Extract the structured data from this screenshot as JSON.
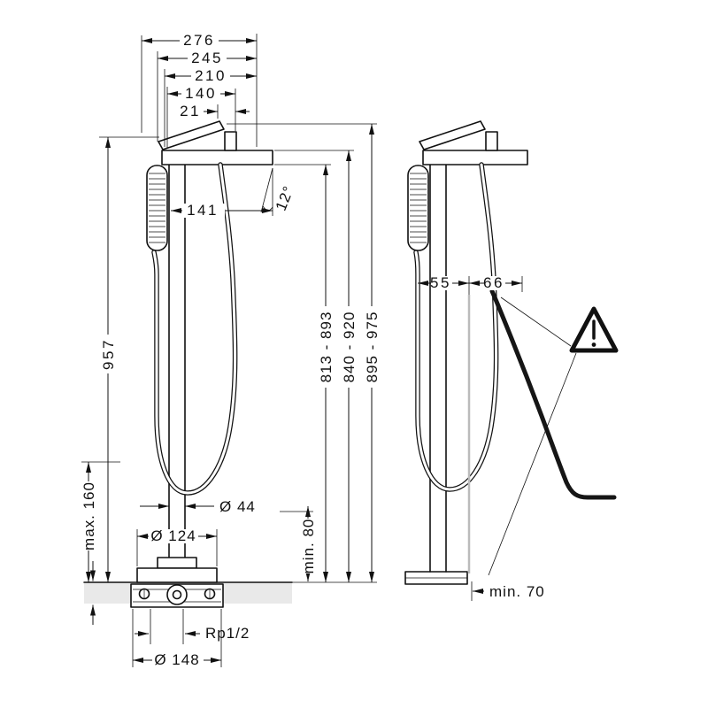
{
  "dims": {
    "w276": "276",
    "w245": "245",
    "w210": "210",
    "w140": "140",
    "w21": "21",
    "w141": "141",
    "angle": "12°",
    "h957": "957",
    "max160": "max. 160",
    "dia44": "Ø 44",
    "dia124": "Ø 124",
    "min80": "min. 80",
    "range813": "813 - 893",
    "range840": "840 - 920",
    "range895": "895 - 975",
    "thread": "Rp1/2",
    "dia148": "Ø 148",
    "w55": "55",
    "w66": "66",
    "min70": "min. 70"
  },
  "icons": {
    "warning": "exclamation-triangle-icon"
  },
  "colors": {
    "line": "#111111",
    "floor_shade": "#e9e9e9",
    "hose_guide_gray": "#bbbbbb"
  }
}
